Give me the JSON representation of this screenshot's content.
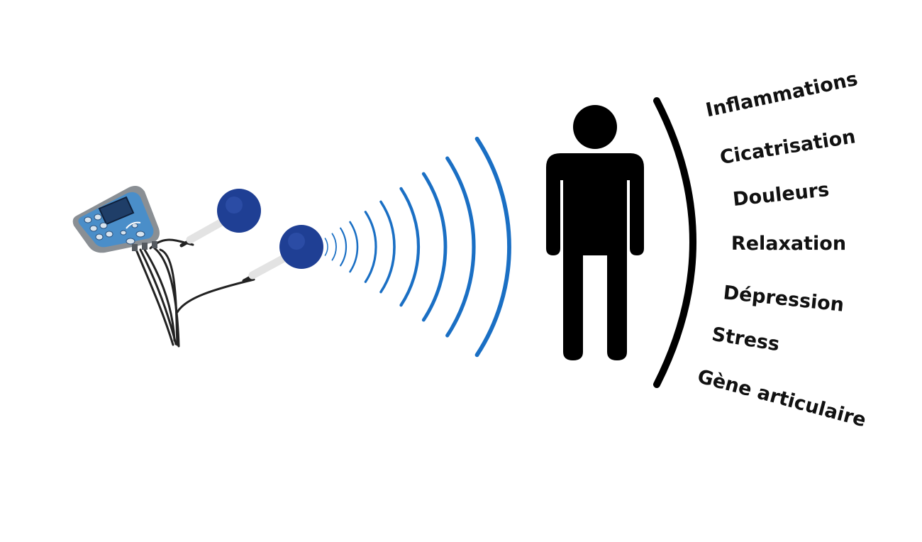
{
  "colors": {
    "background": "#ffffff",
    "wave": "#1a6fc4",
    "figure": "#000000",
    "bracket": "#000000",
    "device_body": "#4a8ec9",
    "device_frame": "#8a8f94",
    "device_screen": "#1f3e68",
    "electrode": "#1f3f94",
    "electrode_handle": "#f2f2f2",
    "cable": "#222222",
    "text": "#111111"
  },
  "icons": {
    "device": "pemf-device-icon",
    "person": "person-icon",
    "waves": "wave-icon",
    "bracket": "bracket-icon"
  },
  "benefits": [
    "Inflammations",
    "Cicatrisation",
    "Douleurs",
    "Relaxation",
    "Dépression",
    "Stress",
    "Gène articulaire"
  ]
}
